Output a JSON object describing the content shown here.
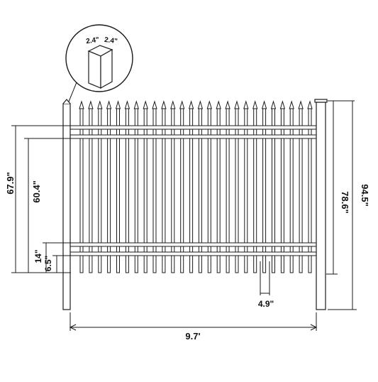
{
  "dimensions": {
    "post_width_a": "2.4\"",
    "post_width_b": "2.4\"",
    "gap_between_pickets": "4.9\"",
    "panel_width": "9.7'",
    "total_height": "94.5\"",
    "post_above_ground": "78.6\"",
    "panel_height": "67.9\"",
    "picket_height": "60.4\"",
    "bottom_rail_height": "14\"",
    "picket_ground_clearance": "6.5\""
  },
  "fence": {
    "picket_count": 26,
    "rail_count": 4
  },
  "colors": {
    "line": "#1a1a1a",
    "detail_marker": "#d62020",
    "background": "#ffffff"
  }
}
